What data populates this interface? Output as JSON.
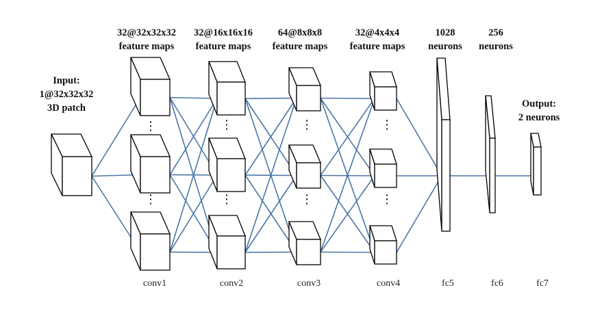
{
  "input_label": [
    "Input:",
    "1@32x32x32",
    "3D patch"
  ],
  "output_label": [
    "Output:",
    "2 neurons"
  ],
  "headers": [
    [
      "32@32x32x32",
      "feature maps"
    ],
    [
      "32@16x16x16",
      "feature maps"
    ],
    [
      "64@8x8x8",
      "feature maps"
    ],
    [
      "32@4x4x4",
      "feature maps"
    ],
    [
      "1028",
      "neurons"
    ],
    [
      "256",
      "neurons"
    ]
  ],
  "layer_names": [
    "conv1",
    "conv2",
    "conv3",
    "conv4",
    "fc5",
    "fc6",
    "fc7"
  ],
  "ellipsis": "⋮",
  "colors": {
    "edge": "#4a76a8",
    "box": "#000000",
    "text": "#111111"
  }
}
